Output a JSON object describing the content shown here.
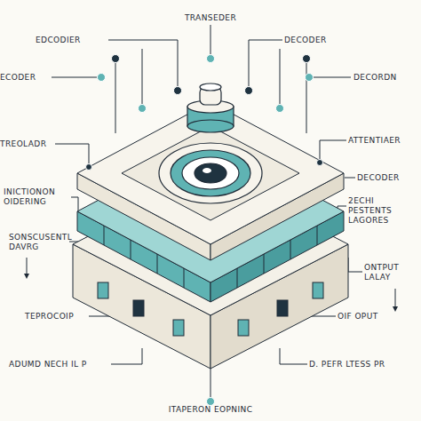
{
  "diagram": {
    "labels": [
      "TRANSEDER",
      "EDCODIER",
      "DECODER",
      "ECODER",
      "DECORDN",
      "ATTENTIAER",
      "TREOLADR",
      "DECODER",
      "INICTIONON OIDERING",
      "2ECHI PESTENTS LAGORES",
      "SONSCUSENTL DAVRG",
      "ONTPUT LALAY",
      "TEPROCOIP",
      "OIF OPUT",
      "ADUMD NECH IL P",
      "D. PEFR LTESS PR",
      "ITAPERON EOPNINC"
    ]
  }
}
